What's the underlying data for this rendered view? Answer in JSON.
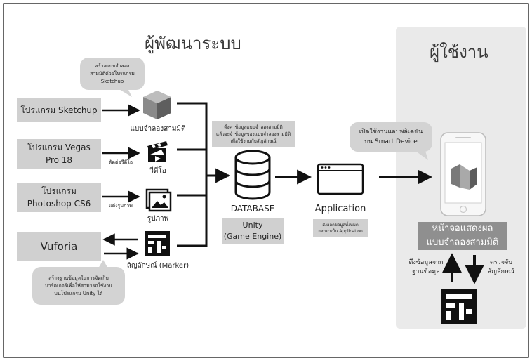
{
  "developer": {
    "title": "ผู้พัฒนาระบบ",
    "bubble_top": [
      "สร้างแบบจำลอง",
      "สามมิติด้วยโปรแกรม",
      "Sketchup"
    ],
    "bubble_bottom": [
      "สร้างฐานข้อมูลในการจัดเก็บ",
      "มาร์คเกอร์เพื่อให้สามารถใช้งาน",
      "บนโปรแกรม Unity ได้"
    ],
    "db_note": [
      "ตั้งค่าข้อมูลแบบจำลองสามมิติ",
      "แล้วจะจำข้อมูลของแบบจำลองสามมิติ",
      "เพื่อใช้งานกับสัญลักษณ์"
    ],
    "app_note": [
      "ส่งออกข้อมูลทั้งหมด",
      "ออกมาเป็น Application"
    ]
  },
  "sources": {
    "sketchup": "โปรแกรม Sketchup",
    "vegas_line1": "โปรแกรม Vegas",
    "vegas_line2": "Pro 18",
    "photoshop_line1": "โปรแกรม",
    "photoshop_line2": "Photoshop CS6",
    "vuforia": "Vuforia"
  },
  "edge_labels": {
    "edit_video": "ตัดต่อวีดีโอ",
    "edit_image": "แต่งรูปภาพ"
  },
  "assets": {
    "model": "แบบจำลองสามมิติ",
    "video": "วีดีโอ",
    "image": "รูปภาพ",
    "marker": "สัญลักษณ์ (Marker)"
  },
  "database": {
    "label": "DATABASE",
    "engine_line1": "Unity",
    "engine_line2": "(Game Engine)"
  },
  "application": {
    "label": "Application"
  },
  "user": {
    "title": "ผู้ใช้งาน",
    "bubble": [
      "เปิดใช้งานแอปพลิเคชัน",
      "บน Smart Device"
    ],
    "display_line1": "หน้าจอแสดงผล",
    "display_line2": "แบบจำลองสามมิติ",
    "fetch_line1": "ดึงข้อมูลจาก",
    "fetch_line2": "ฐานข้อมูล",
    "detect_line1": "ตรวจจับ",
    "detect_line2": "สัญลักษณ์"
  }
}
